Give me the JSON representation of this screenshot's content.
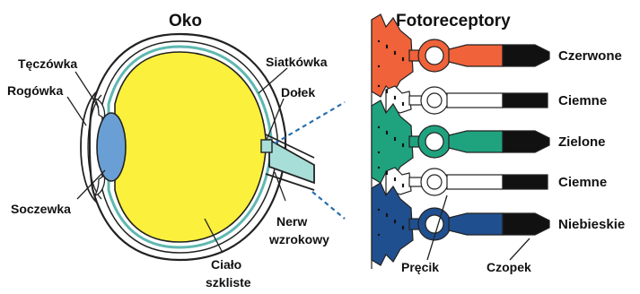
{
  "eye": {
    "title": "Oko",
    "labels": {
      "iris": "Tęczówka",
      "cornea": "Rogówka",
      "lens": "Soczewka",
      "retina": "Siatkówka",
      "fovea": "Dołek",
      "nerve_line1": "Nerw",
      "nerve_line2": "wzrokowy",
      "vitreous_line1": "Ciało",
      "vitreous_line2": "szkliste"
    }
  },
  "photoreceptors": {
    "title": "Fotoreceptory",
    "rows": [
      {
        "label": "Czerwone",
        "color": "#f0623a"
      },
      {
        "label": "Ciemne",
        "color": "#111111"
      },
      {
        "label": "Zielone",
        "color": "#1fa37f"
      },
      {
        "label": "Ciemne",
        "color": "#111111"
      },
      {
        "label": "Niebieskie",
        "color": "#1f4f8e"
      }
    ],
    "rod_label": "Pręcik",
    "cone_label": "Czopek"
  },
  "colors": {
    "vitreous": "#fbf03c",
    "lens": "#6a9fd6",
    "nerve": "#a8ded8",
    "red": "#f0623a",
    "green": "#1fa37f",
    "blue": "#1f4f8e",
    "dark": "#111111",
    "link": "#2a6fb0"
  }
}
